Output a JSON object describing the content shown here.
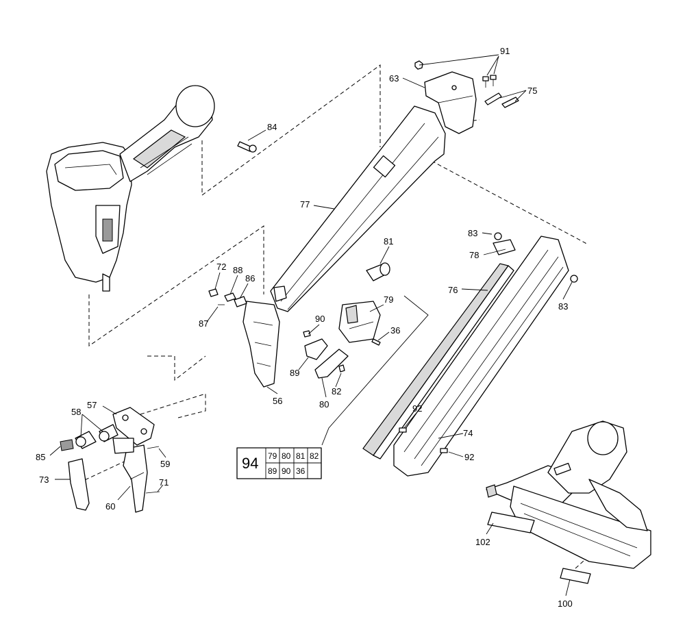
{
  "labels": {
    "p91": "91",
    "p63": "63",
    "p75": "75",
    "p84": "84",
    "p77": "77",
    "p81": "81",
    "p83a": "83",
    "p78": "78",
    "p76": "76",
    "p83b": "83",
    "p72": "72",
    "p88": "88",
    "p86": "86",
    "p87": "87",
    "p79": "79",
    "p90": "90",
    "p36": "36",
    "p89": "89",
    "p82": "82",
    "p56": "56",
    "p80": "80",
    "p57": "57",
    "p58": "58",
    "p85": "85",
    "p73": "73",
    "p59": "59",
    "p71": "71",
    "p60": "60",
    "p92a": "92",
    "p74": "74",
    "p92b": "92",
    "p102": "102",
    "p100": "100"
  },
  "kit": {
    "number": "94",
    "row1": [
      "79",
      "80",
      "81",
      "82"
    ],
    "row2": [
      "89",
      "90",
      "36",
      ""
    ]
  }
}
